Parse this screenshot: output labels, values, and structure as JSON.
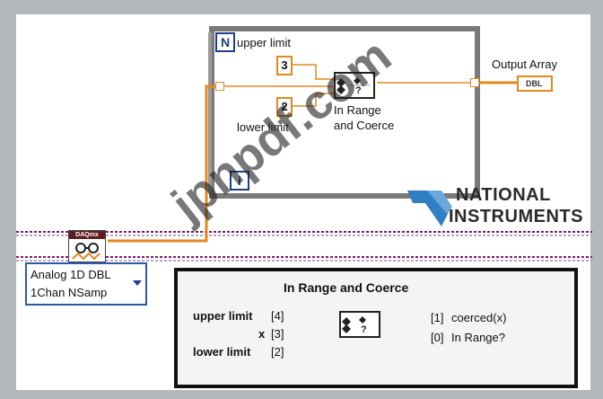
{
  "loop": {
    "count_terminal": "N",
    "iteration_terminal": "i"
  },
  "constants": {
    "upper_value": "3",
    "lower_value": "2"
  },
  "labels": {
    "upper_limit": "upper limit",
    "lower_limit": "lower limit",
    "in_range_node": "In Range\nand Coerce",
    "output_array": "Output Array",
    "indicator_type": "DBL"
  },
  "daqmx": {
    "node_badge": "DAQmx",
    "polymorphic_line1": "Analog 1D DBL",
    "polymorphic_line2": "1Chan NSamp"
  },
  "help": {
    "title": "In Range and Coerce",
    "inputs": [
      {
        "name": "upper limit",
        "index": "[4]"
      },
      {
        "name": "x",
        "index": "[3]"
      },
      {
        "name": "lower limit",
        "index": "[2]"
      }
    ],
    "outputs": [
      {
        "index": "[1]",
        "name": "coerced(x)"
      },
      {
        "index": "[0]",
        "name": "In Range?"
      }
    ]
  },
  "branding": {
    "line1": "NATIONAL",
    "line2": "INSTRUMENTS"
  },
  "watermark": "jpnpdf.com",
  "colors": {
    "wire_orange": "#e08a1f",
    "error_wire": "#7c1d64",
    "background": "#b3b8bd",
    "loop_border": "#7a7a7a",
    "ni_blue": "#2f7fc2"
  }
}
